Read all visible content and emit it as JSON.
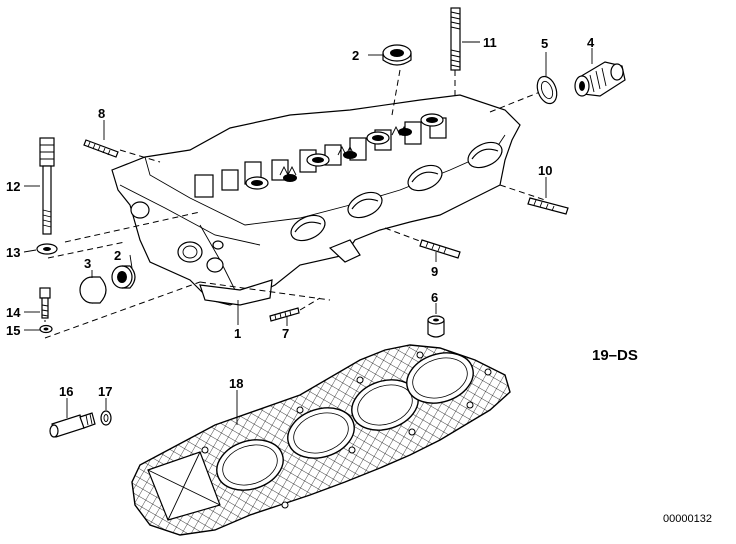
{
  "callouts": [
    {
      "id": "c1",
      "label": "1"
    },
    {
      "id": "c2a",
      "label": "2"
    },
    {
      "id": "c2b",
      "label": "2"
    },
    {
      "id": "c3",
      "label": "3"
    },
    {
      "id": "c4",
      "label": "4"
    },
    {
      "id": "c5",
      "label": "5"
    },
    {
      "id": "c6",
      "label": "6"
    },
    {
      "id": "c7",
      "label": "7"
    },
    {
      "id": "c8",
      "label": "8"
    },
    {
      "id": "c9",
      "label": "9"
    },
    {
      "id": "c10",
      "label": "10"
    },
    {
      "id": "c11",
      "label": "11"
    },
    {
      "id": "c12",
      "label": "12"
    },
    {
      "id": "c13",
      "label": "13"
    },
    {
      "id": "c14",
      "label": "14"
    },
    {
      "id": "c15",
      "label": "15"
    },
    {
      "id": "c16",
      "label": "16"
    },
    {
      "id": "c17",
      "label": "17"
    },
    {
      "id": "c18",
      "label": "18"
    }
  ],
  "diagram_code": "19–DS",
  "reference_number": "00000132"
}
